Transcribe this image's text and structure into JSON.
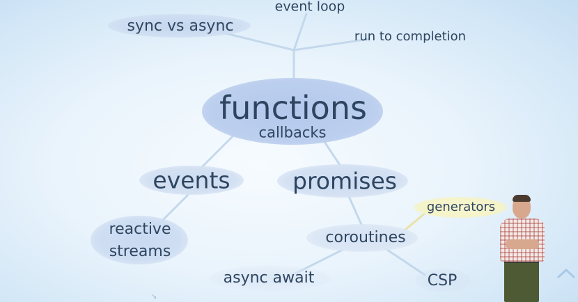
{
  "slide": {
    "center": {
      "title": "functions",
      "subtitle": "callbacks"
    },
    "topics": {
      "sync_vs_async": "sync vs async",
      "event_loop": "event loop",
      "run_to_completion": "run to completion",
      "events": "events",
      "promises": "promises",
      "reactive_streams_line1": "reactive",
      "reactive_streams_line2": "streams",
      "coroutines": "coroutines",
      "generators": "generators",
      "async_await": "async await",
      "csp": "CSP"
    }
  },
  "colors": {
    "bubble_blue": "#c7d9f1",
    "bubble_center": "#bccfee",
    "bubble_yellow": "#f8f6cf",
    "text": "#2e4560",
    "connector": "#c4d8ec"
  },
  "icons": {
    "corner_nav": "chevron-up-icon"
  }
}
